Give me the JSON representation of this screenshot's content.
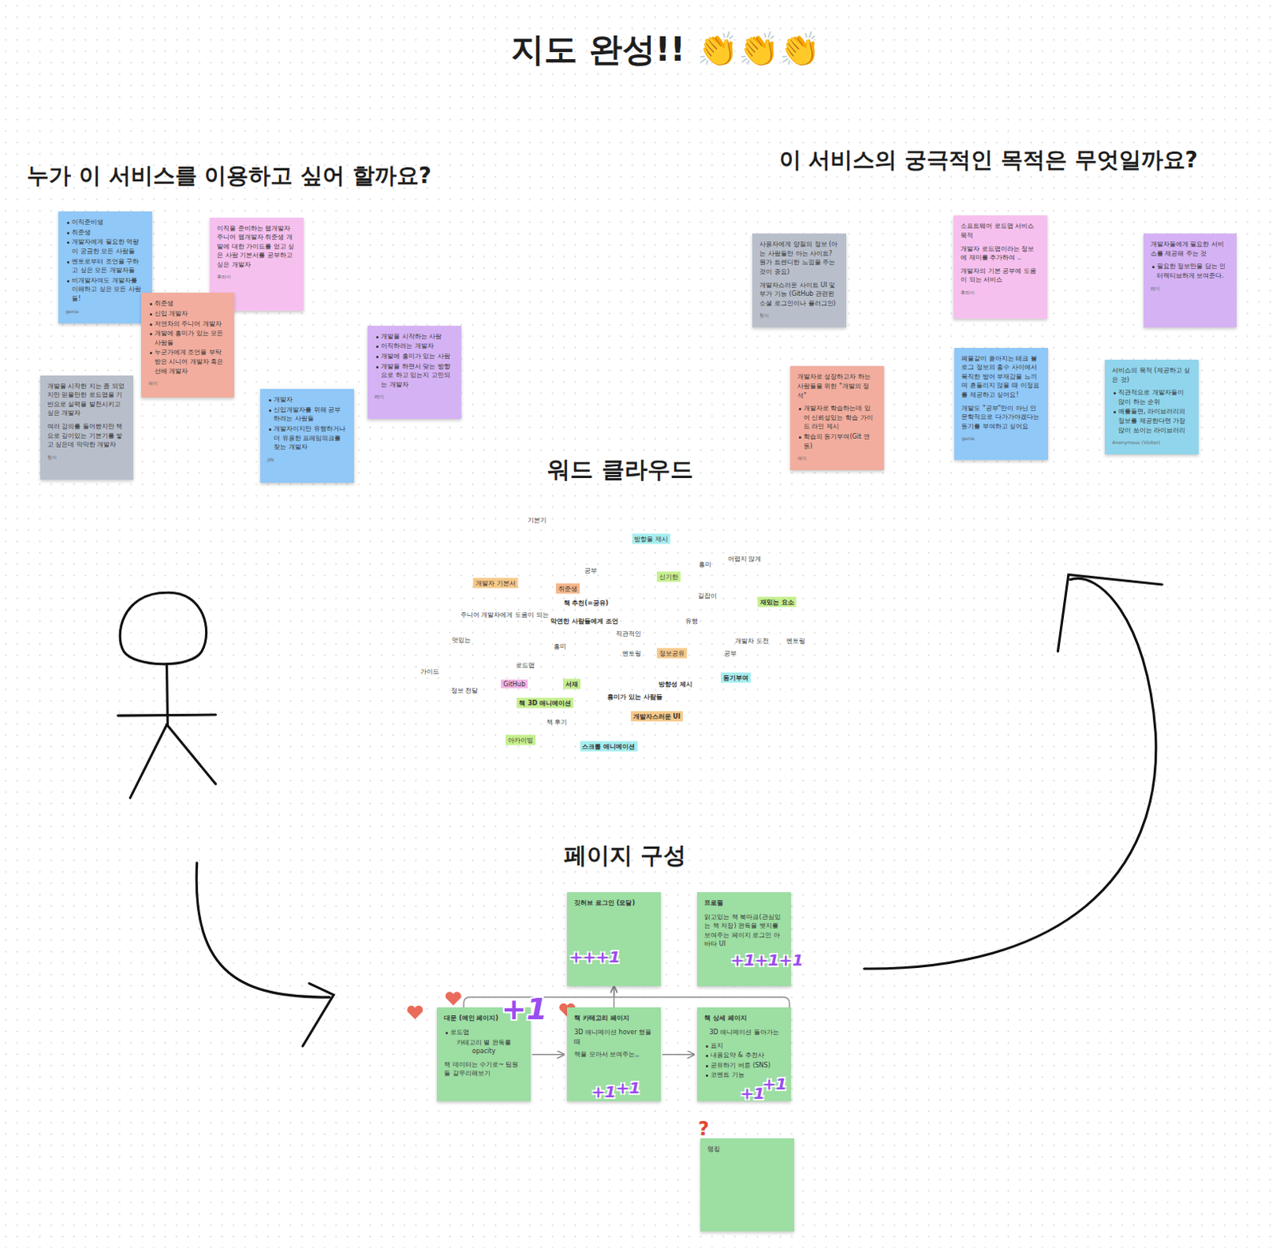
{
  "diagram": {
    "title": "지도 완성!! 👏👏👏",
    "nodes": [
      {
        "text": [
          "이직준비생",
          "취준생",
          "개발자에게 필요한 역량이 궁금한 모든 사람들",
          "멘토로부터 조언을 구하고 싶은 모든 개발자들",
          "비개발자여도 개발자를 이해하고 싶은 모든 사람들!",
          "genie"
        ]
      },
      {
        "text": [
          "이직을 준비하는 웹개발자 주니어 웹개발자 취준생 개발에 대한 가이드를 얻고 싶은 사람 기본서를 공부하고 싶은 개발자",
          "후라이"
        ]
      },
      {
        "text": [
          "취준생",
          "신입 개발자",
          "저연차의 주니어 개발자",
          "개발에 흥미가 있는 모든 사람들",
          "누군가에게 조언을 부탁받은 시니어 개발자 혹은 선배 개발자",
          "재이"
        ]
      },
      {
        "text": [
          "개발을 시작하는 사람",
          "이직하려는 개발자",
          "개발에 흥미가 있는 사람",
          "개발을 하면서 맞는 방향으로 하고 있는지 고민되는 개발자",
          "레미"
        ]
      },
      {
        "text": [
          "개발을 시작한 지는 좀 되었지만 믿을만한 로드맵을 기반으로 실력을 발전시키고 싶은 개발자",
          "여러 강의를 들어봤지만 책으로 깊이있는 기본기를 쌓고 싶은데 막막한 개발자",
          "형이"
        ]
      },
      {
        "text": [
          "개발자",
          "신입개발자를 위해 공부하려는 사람들",
          "개발자이지만 유행하거나 더 유용한 프레임워크를 찾는 개발자",
          "JIN"
        ]
      },
      {
        "text": [
          "사용자에게 양질의 정보 (아는 사람들만 아는 사이트? 뭔가 트렌디한 느낌을 주는 것이 중요)",
          "개발자스러운 사이트 UI 및 부가 기능 (GitHub 관련된 소셜 로그인이나 플러그인)",
          "형이"
        ]
      },
      {
        "text": [
          "소프트웨어 로드맵 서비스 목적",
          "개발자 로드맵이라는 정보에 재미를 추가하여 ..",
          "개발자의 기본 공부에 도움이 되는 서비스",
          "후라이"
        ]
      },
      {
        "text": [
          "개발자들에게 필요한 서비스를 제공해 주는 것",
          "필요한 정보만을 담는 인터렉티브하게 보여준다.",
          "레미"
        ]
      },
      {
        "text": [
          "개발자로 성장하고자 하는 사람들을 위한 \"개발의 정석\"",
          "개발자로 학습하는데 있어 신뢰성있는 학습 가이드 라인 제시",
          "학습의 동기부여(Git 연동)",
          "재이"
        ]
      },
      {
        "text": [
          "폐물같이 쏟아지는 테크 블로그 정보의 홍수 사이에서 묵직한 방어 부재감을 느끼며 흔들리지 않을 때 이정표를 제공하고 싶어요!",
          "개발도 \"공부\"만이 아닌 인문학적으로 다가가야겠다는 동기를 부여하고 싶어요",
          "genie"
        ]
      },
      {
        "text": [
          "서비스의 목적 (제공하고 싶은 것)",
          "직관적으로 개발자들이 많이 하는 순위",
          "예를들면, 라이브러리의 정보를 제공한다면 가장 많이 쓰이는 라이브러리",
          "Anonymous (Visitor)"
        ]
      },
      {
        "text": [
          "깃허브 로그인 (모달)"
        ]
      },
      {
        "text": [
          "프로필",
          "읽고있는 책 북마크(관심있는 책 저장) 완독을 뱃지를 보여주는 페이지 로그인 아바타 UI"
        ]
      },
      {
        "text": [
          "대문 (메인 페이지)",
          "로드맵",
          "카테고리 별 완독률 opacity",
          "책 데이터는 수기로~ 팀원들 갈무리해보기"
        ]
      },
      {
        "text": [
          "책 카테고리 페이지",
          "3D 애니메이션 hover 했을 때",
          "책을 모아서 보여주는,,"
        ]
      },
      {
        "text": [
          "책 상세 페이지",
          "3D 애니메이션 돌아가는",
          "표지",
          "내용요약 & 추천사",
          "공유하기 버튼 (SNS)",
          "코멘트 기능"
        ]
      },
      {
        "text": [
          "랭킹"
        ]
      }
    ],
    "edges": [
      {
        "from": 14,
        "to": 15,
        "arrow": "to"
      },
      {
        "from": 15,
        "to": 16,
        "arrow": "to"
      },
      {
        "from": 14,
        "to": 12,
        "arrow": "to"
      },
      {
        "from": 15,
        "to": 12,
        "arrow": "to"
      },
      {
        "from": 16,
        "to": 12,
        "arrow": "to"
      }
    ],
    "labels": [
      "누가 이 서비스를 이용하고 싶어 할까요?",
      "이 서비스의 궁극적인 목적은 무엇일까요?",
      "워드 클라우드",
      "페이지 구성",
      "기본기",
      "방향을 제시",
      "흥미",
      "어렵지 않게",
      "공부",
      "개발자 기본서",
      "취준생",
      "신기한",
      "책 추천(=공유)",
      "길잡이",
      "재밌는 요소",
      "주니어 개발자에게 도움이 되는",
      "막연한 사람들에게 조언",
      "유행",
      "직관적인",
      "멋있는",
      "개발자 도전",
      "멘토링",
      "흥미",
      "멘토링",
      "정보공유",
      "공부",
      "동기부여",
      "로드맵",
      "가이드",
      "GitHub",
      "서재",
      "방향성 제시",
      "정보 전달",
      "흥미가 있는 사람들",
      "책 3D 애니메이션",
      "개발자스러운 UI",
      "책 후기",
      "아카이빙",
      "스크롤 애니메이션",
      "+1",
      "+++1",
      "+1+1+1",
      "+1",
      "+1",
      "+1",
      "+1",
      "?"
    ]
  }
}
